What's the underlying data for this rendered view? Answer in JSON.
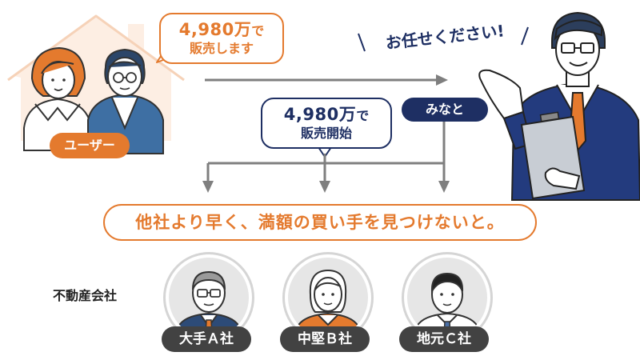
{
  "user_bubble": {
    "price": "4,980",
    "unit": "万",
    "suffix": "で",
    "line2": "販売します"
  },
  "listing_bubble": {
    "price": "4,980",
    "unit": "万",
    "suffix": "で",
    "line2": "販売開始"
  },
  "agent_speech": "お任せください!",
  "user_label": "ユーザー",
  "agency_label": "みなと",
  "goal_text": "他社より早く、満額の買い手を見つけないと。",
  "agencies_label": "不動産会社",
  "companies": [
    {
      "label": "大手Ａ社",
      "icon": "older-man-glasses-icon"
    },
    {
      "label": "中堅Ｂ社",
      "icon": "woman-icon"
    },
    {
      "label": "地元Ｃ社",
      "icon": "young-man-icon"
    }
  ],
  "colors": {
    "orange": "#E47A2E",
    "navy": "#1E2F63",
    "gray": "#8C8C8C",
    "dark": "#424242"
  }
}
